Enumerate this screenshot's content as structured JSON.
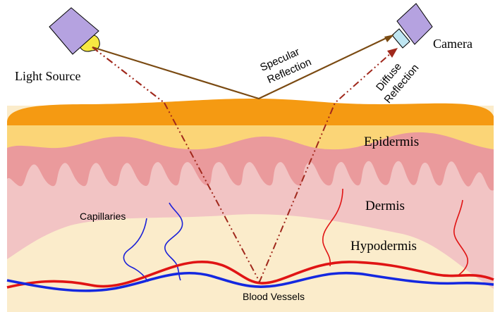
{
  "labels": {
    "light_source": "Light Source",
    "camera": "Camera",
    "specular_line1": "Specular",
    "specular_line2": "Reflection",
    "diffuse_line1": "Diffuse",
    "diffuse_line2": "Reflection",
    "epidermis": "Epidermis",
    "dermis": "Dermis",
    "hypodermis": "Hypodermis",
    "capillaries": "Capillaries",
    "blood_vessels": "Blood Vessels"
  },
  "colors": {
    "stratum": "#f59a12",
    "epidermis": "#fbd577",
    "dermis_upper": "#ea9a9c",
    "dermis": "#f2c4c4",
    "hypodermis": "#fbeccb",
    "light_body": "#b5a2e0",
    "light_bulb": "#f7e842",
    "camera_body": "#b5a2e0",
    "camera_lens": "#bfe6f2",
    "specular_ray": "#7a4a12",
    "diffuse_ray": "#a0281c",
    "artery": "#e01414",
    "vein": "#1428e0",
    "capillary_blue": "#1a20d8",
    "capillary_red": "#e01414"
  }
}
